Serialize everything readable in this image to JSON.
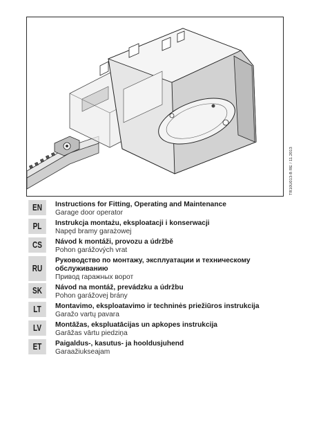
{
  "document_ref": "TR10U013-B RE / 11.2013",
  "languages": [
    {
      "code": "EN",
      "title": "Instructions for Fitting, Operating and Maintenance",
      "subtitle": "Garage door operator"
    },
    {
      "code": "PL",
      "title": "Instrukcja montażu, eksploatacji i konserwacji",
      "subtitle": "Napęd bramy garażowej"
    },
    {
      "code": "CS",
      "title": "Návod k montáži, provozu a údržbě",
      "subtitle": "Pohon garážových vrat"
    },
    {
      "code": "RU",
      "title": "Руководство по монтажу, эксплуатации и техническому обслуживанию",
      "subtitle": "Привод гаражных ворот"
    },
    {
      "code": "SK",
      "title": "Návod na montáž, prevádzku a údržbu",
      "subtitle": "Pohon garážovej brány"
    },
    {
      "code": "LT",
      "title": "Montavimo, eksploatavimo ir techninės priežiūros instrukcija",
      "subtitle": "Garažo vartų pavara"
    },
    {
      "code": "LV",
      "title": "Montāžas, ekspluatācijas un apkopes instrukcija",
      "subtitle": "Garāžas vārtu piedziņa"
    },
    {
      "code": "ET",
      "title": "Paigaldus-, kasutus- ja hooldusjuhend",
      "subtitle": "Garaažiukseajam"
    }
  ]
}
